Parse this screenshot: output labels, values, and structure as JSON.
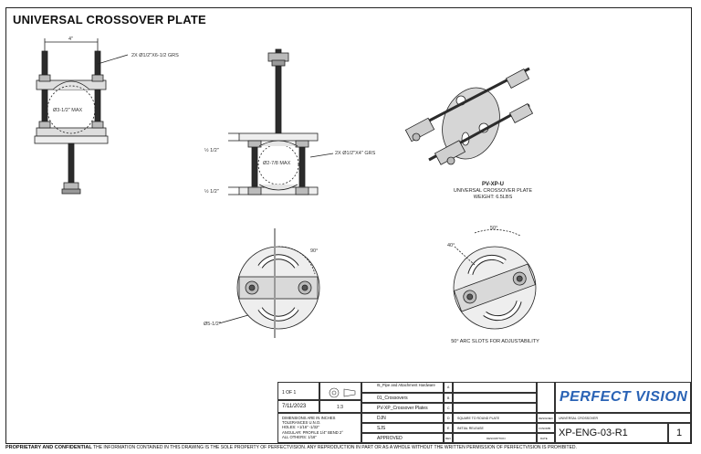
{
  "title": "UNIVERSAL CROSSOVER PLATE",
  "labels": {
    "bolt_top_left": "2X Ø1/2\"X6-1/2 GRS",
    "width_top": "4\"",
    "max_left": "Ø3-1/2\" MAX",
    "half_inch_top": "½ 1/2\"",
    "half_inch_bottom": "½ 1/2\"",
    "max_mid": "Ø2-7/8 MAX",
    "bolt_mid": "2X Ø1/2\"X4\" GRS",
    "angle_90": "90°",
    "diameter_bottom": "Ø5-1/2\"",
    "angle_50": "50°",
    "angle_40": "40°"
  },
  "captions": {
    "iso_part": "PV-XP-U",
    "iso_name": "UNIVERSAL CROSSOVER PLATE",
    "iso_weight": "WEIGHT: 6.5LBS",
    "slots": "50° ARC SLOTS FOR ADJUSTABILITY"
  },
  "titleblock": {
    "sheet": "1 OF 1",
    "date": "7/11/2023",
    "scale": "1:3",
    "dims": "DIMENSIONS ARE IN INCHES",
    "tol": "TOLERANCES U.N.O.",
    "holes": "HOLES: +1/16\" -1/32\"",
    "angular": "ANGULAR: PROFILE 1/4\" BEND 2°",
    "allothers": "ALL OTHERS: 1/16\"",
    "category": "I5_Pipe and Attachment Hardware",
    "subcat": "01_Crossovers",
    "filename": "PV-XP_Crossover Plates",
    "drawn": "DJN",
    "checked": "SJS",
    "approved": "APPROVED",
    "rev_a": "A",
    "rev_b": "B",
    "rev_c": "C",
    "rev_d": "D",
    "rev_e": "E",
    "rev_d_desc": "SQUARE TO ROUND PLATE",
    "rev_e_desc": "INITIAL RELEASE",
    "rev_hdr": "REV",
    "desc_hdr": "DESCRIPTION",
    "date_hdr": "DATE",
    "designed": "DESIGNED",
    "designer": "UNIVERSAL CROSSOVER",
    "sizehdr": "FCNOMB",
    "brand": "PERFECT VISION",
    "part_number": "XP-ENG-03-R1",
    "rev_num": "1"
  },
  "footer": {
    "bold": "PROPRIETARY AND CONFIDENTIAL",
    "text": "THE INFORMATION CONTAINED IN THIS DRAWING IS THE SOLE PROPERTY OF PERFECTVISION. ANY REPRODUCTION IN PART OR AS A WHOLE WITHOUT THE WRITTEN PERMISSION OF PERFECTVISION IS PROHIBITED."
  },
  "colors": {
    "brand_blue": "#2a63b5",
    "line": "#222222",
    "metal": "#cfcfcf",
    "bolt": "#2b2b2b"
  }
}
